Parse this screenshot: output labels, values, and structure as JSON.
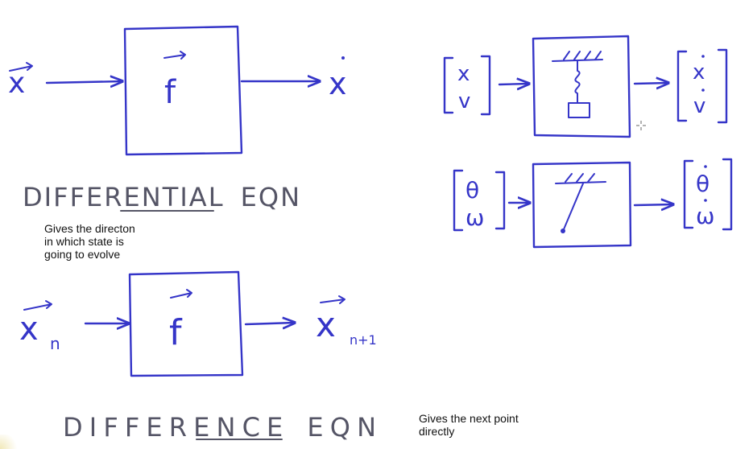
{
  "colors": {
    "ink": "#3535c8",
    "label_ink": "#555566",
    "note_text": "#111111"
  },
  "diagram": {
    "differential": {
      "input": "x",
      "function": "f",
      "output": "x",
      "label_prefix": "DIFFER",
      "label_underlined": "ENTIAL",
      "label_suffix": "EQN",
      "note": "Gives the directon\nin which state is\ngoing to evolve"
    },
    "difference": {
      "input": "x",
      "input_subscript": "n",
      "function": "f",
      "output": "x",
      "output_subscript": "n+1",
      "label_prefix": "DIFFER",
      "label_underlined": "ENCE",
      "label_suffix": "EQN",
      "note": "Gives the next point\ndirectly"
    },
    "spring_mass": {
      "input_top": "x",
      "input_bottom": "v",
      "output_top": "x",
      "output_bottom": "v"
    },
    "pendulum": {
      "input_top": "θ",
      "input_bottom": "ω",
      "output_top": "θ",
      "output_bottom": "ω"
    }
  }
}
